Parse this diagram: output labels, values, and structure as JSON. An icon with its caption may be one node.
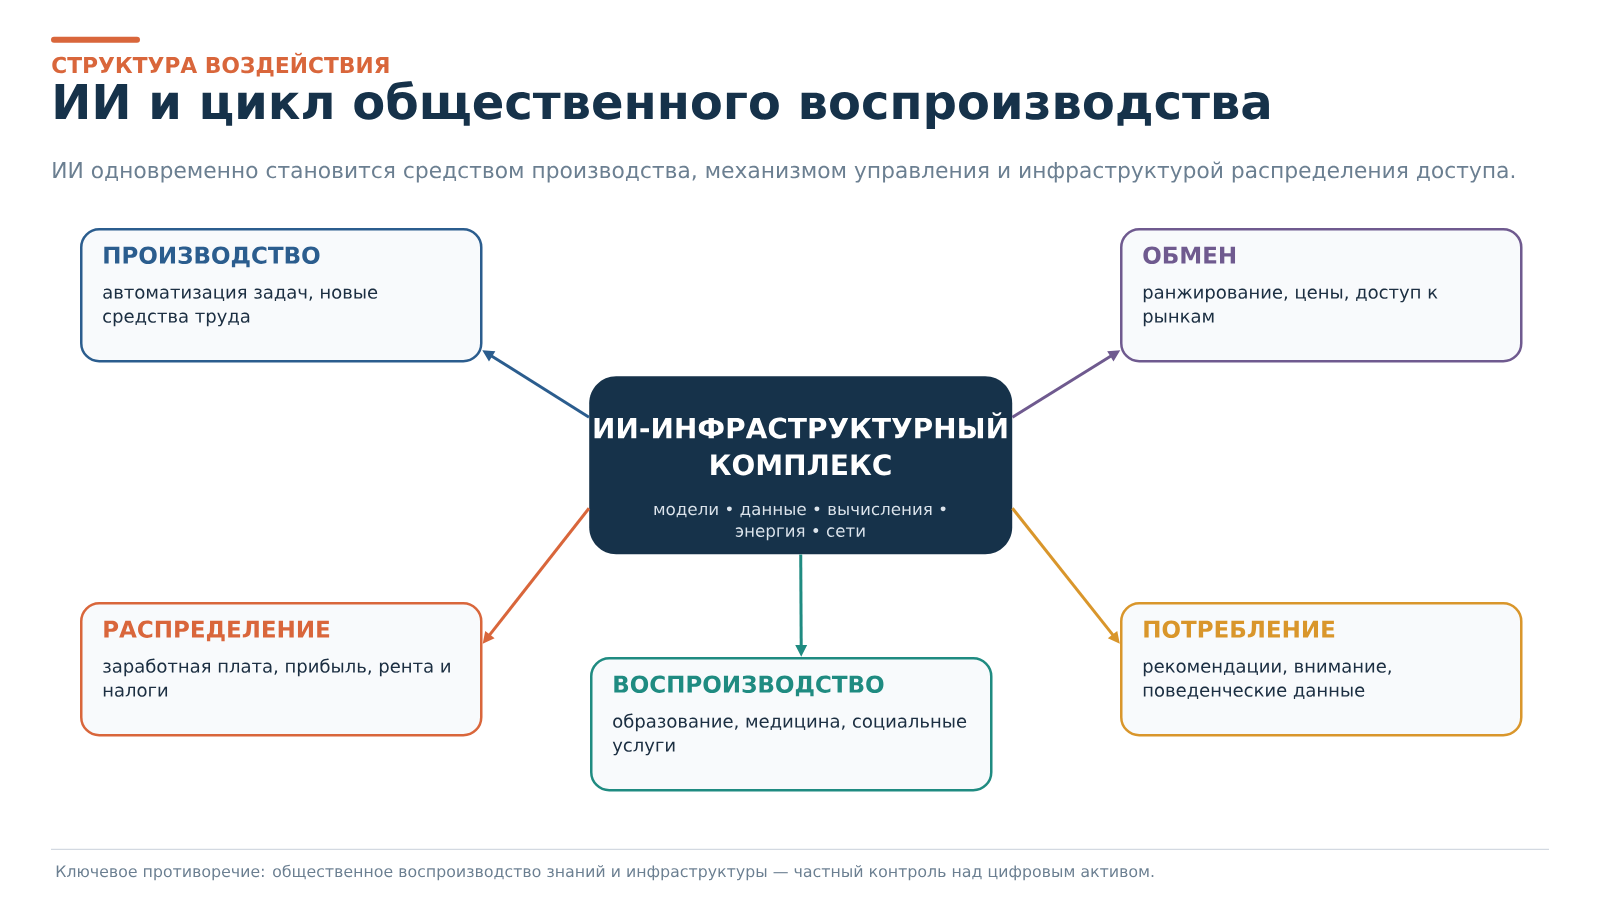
{
  "diagram": {
    "title": "ИИ и цикл общественного воспроизводства",
    "caption": "Ключевое противоречие: общественное воспроизводство знаний и инфраструктуры — частный контроль над цифровым активом.",
    "nodes": [
      {
        "text": [
          "ПРОИЗВОДСТВО",
          "автоматизация задач, новые средства труда"
        ]
      },
      {
        "text": [
          "ОБМЕН",
          "ранжирование, цены, доступ к рынкам"
        ]
      },
      {
        "text": [
          "ИИ-ИНФРАСТРУКТУРНЫЙ КОМПЛЕКС",
          "модели • данные • вычисления • энергия • сети"
        ]
      },
      {
        "text": [
          "РАСПРЕДЕЛЕНИЕ",
          "заработная плата, прибыль, рента и налоги"
        ]
      },
      {
        "text": [
          "ВОСПРОИЗВОДСТВО",
          "образование, медицина, социальные услуги"
        ]
      },
      {
        "text": [
          "ПОТРЕБЛЕНИЕ",
          "рекомендации, внимание, поведенческие данные"
        ]
      }
    ],
    "edges": [
      {
        "from": 2,
        "to": 0,
        "arrow": "to",
        "color": "#2b5d8e"
      },
      {
        "from": 2,
        "to": 1,
        "arrow": "to",
        "color": "#6f5a8f"
      },
      {
        "from": 2,
        "to": 3,
        "arrow": "to",
        "color": "#d9663b"
      },
      {
        "from": 2,
        "to": 4,
        "arrow": "to",
        "color": "#1f8b81"
      },
      {
        "from": 2,
        "to": 5,
        "arrow": "to",
        "color": "#d9962b"
      }
    ],
    "labels": [
      "СТРУКТУРА ВОЗДЕЙСТВИЯ",
      "ИИ одновременно становится средством производства, механизмом управления и инфраструктурой распределения доступа."
    ]
  }
}
